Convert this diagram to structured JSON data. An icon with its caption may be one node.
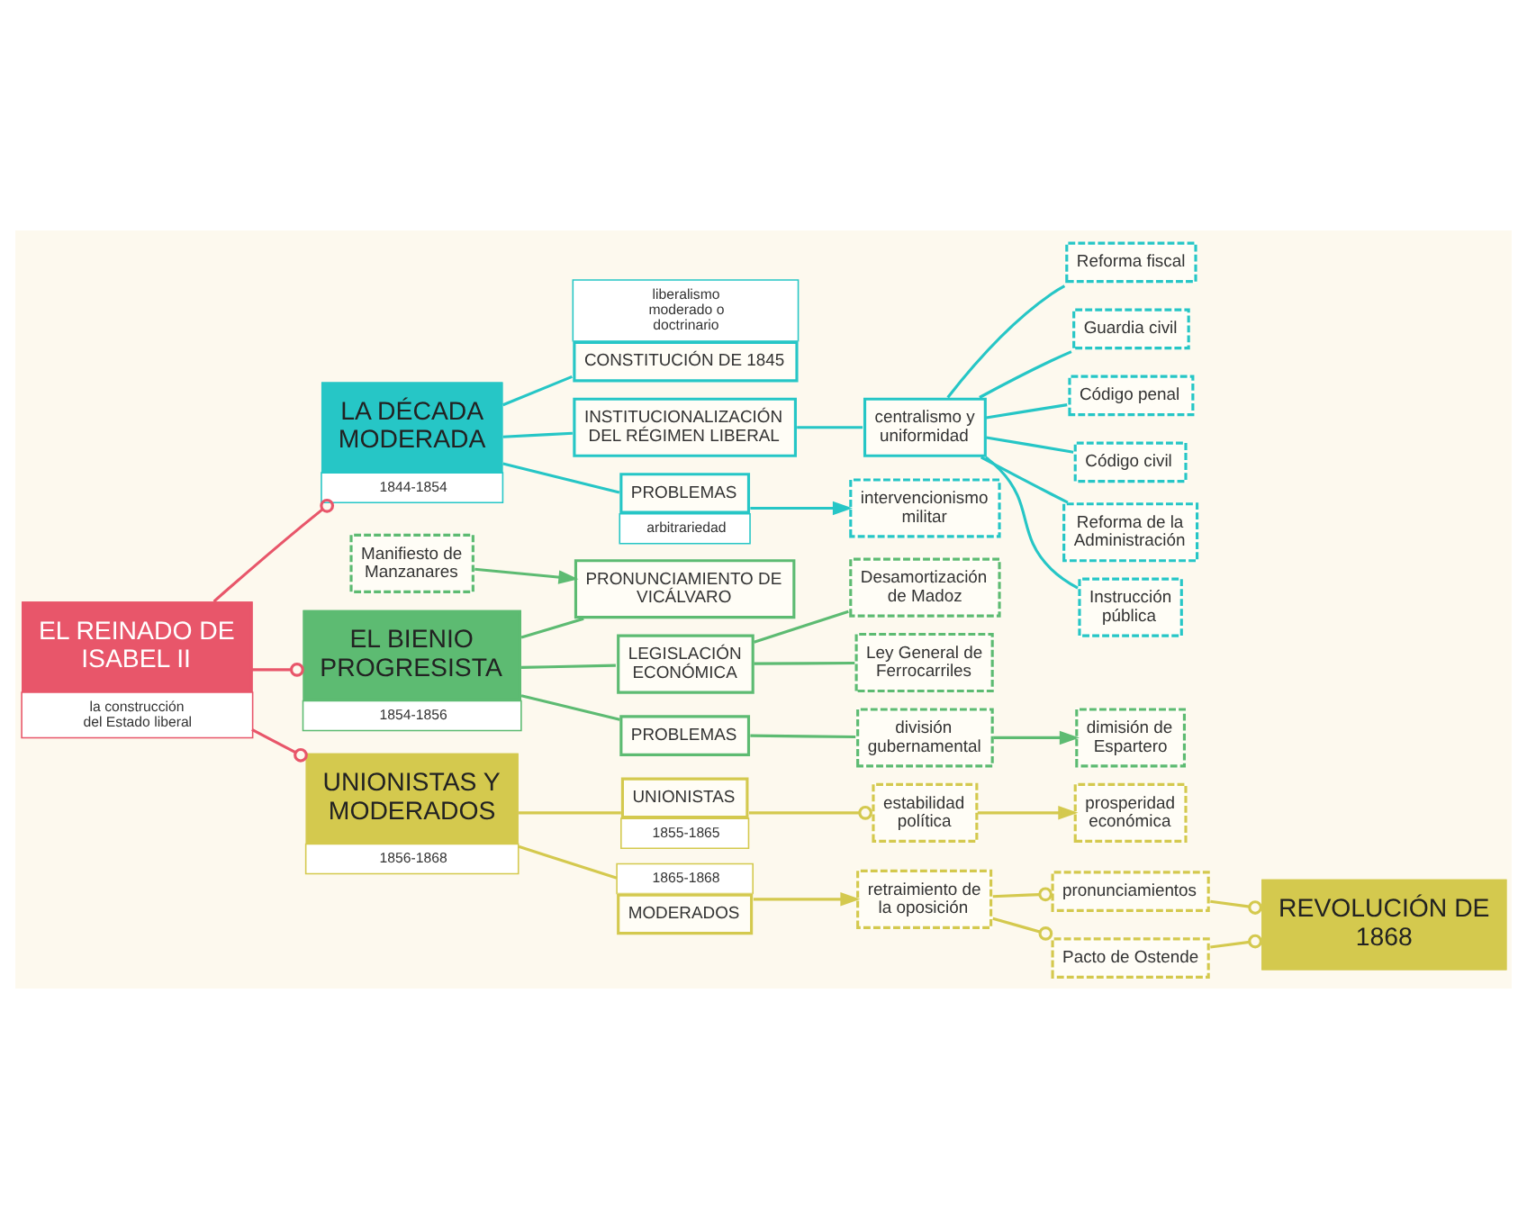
{
  "diagram": {
    "nodes": [
      {
        "text": [
          "EL REINADO DE ISABEL II",
          "la construcción del Estado liberal"
        ]
      },
      {
        "text": [
          "LA DÉCADA MODERADA",
          "1844-1854"
        ]
      },
      {
        "text": [
          "liberalismo moderado o doctrinario",
          "CONSTITUCIÓN DE 1845"
        ]
      },
      {
        "text": [
          "INSTITUCIONALIZACIÓN DEL RÉGIMEN LIBERAL"
        ]
      },
      {
        "text": [
          "PROBLEMAS",
          "arbitrariedad"
        ]
      },
      {
        "text": [
          "centralismo y uniformidad"
        ]
      },
      {
        "text": [
          "Reforma fiscal"
        ]
      },
      {
        "text": [
          "Guardia civil"
        ]
      },
      {
        "text": [
          "Código penal"
        ]
      },
      {
        "text": [
          "Código civil"
        ]
      },
      {
        "text": [
          "Reforma de la Administración"
        ]
      },
      {
        "text": [
          "Instrucción pública"
        ]
      },
      {
        "text": [
          "intervencionismo militar"
        ]
      },
      {
        "text": [
          "EL BIENIO PROGRESISTA",
          "1854-1856"
        ]
      },
      {
        "text": [
          "PRONUNCIAMIENTO DE VICÁLVARO"
        ]
      },
      {
        "text": [
          "LEGISLACIÓN ECONÓMICA"
        ]
      },
      {
        "text": [
          "PROBLEMAS"
        ]
      },
      {
        "text": [
          "Manifiesto de Manzanares"
        ]
      },
      {
        "text": [
          "Desamortización de Madoz"
        ]
      },
      {
        "text": [
          "Ley General de Ferrocarriles"
        ]
      },
      {
        "text": [
          "división gubernamental"
        ]
      },
      {
        "text": [
          "dimisión de Espartero"
        ]
      },
      {
        "text": [
          "UNIONISTAS Y MODERADOS",
          "1856-1868"
        ]
      },
      {
        "text": [
          "UNIONISTAS",
          "1855-1865"
        ]
      },
      {
        "text": [
          "1865-1868",
          "MODERADOS"
        ]
      },
      {
        "text": [
          "estabilidad política"
        ]
      },
      {
        "text": [
          "prosperidad económica"
        ]
      },
      {
        "text": [
          "retraimiento de la oposición"
        ]
      },
      {
        "text": [
          "REVOLUCIÓN DE 1868"
        ]
      },
      {
        "text": [
          "pronunciamientos"
        ]
      },
      {
        "text": [
          "Pacto de Ostende"
        ]
      }
    ],
    "edges": [
      {
        "from": 0,
        "to": 1,
        "arrow": "other",
        "color": "#e8566a"
      },
      {
        "from": 0,
        "to": 13,
        "arrow": "other",
        "color": "#e8566a"
      },
      {
        "from": 0,
        "to": 22,
        "arrow": "other",
        "color": "#e8566a"
      },
      {
        "from": 1,
        "to": 2,
        "arrow": "none"
      },
      {
        "from": 1,
        "to": 3,
        "arrow": "none"
      },
      {
        "from": 1,
        "to": 4,
        "arrow": "none"
      },
      {
        "from": 3,
        "to": 5,
        "arrow": "none"
      },
      {
        "from": 5,
        "to": 6,
        "arrow": "none"
      },
      {
        "from": 5,
        "to": 7,
        "arrow": "none"
      },
      {
        "from": 5,
        "to": 8,
        "arrow": "none"
      },
      {
        "from": 5,
        "to": 9,
        "arrow": "none"
      },
      {
        "from": 5,
        "to": 10,
        "arrow": "none"
      },
      {
        "from": 5,
        "to": 11,
        "arrow": "none"
      },
      {
        "from": 4,
        "to": 12,
        "arrow": "to"
      },
      {
        "from": 13,
        "to": 14,
        "arrow": "none",
        "color": "#5dbb72"
      },
      {
        "from": 13,
        "to": 15,
        "arrow": "none",
        "color": "#5dbb72"
      },
      {
        "from": 13,
        "to": 16,
        "arrow": "none",
        "color": "#5dbb72"
      },
      {
        "from": 17,
        "to": 14,
        "arrow": "to",
        "color": "#5dbb72"
      },
      {
        "from": 15,
        "to": 18,
        "arrow": "none",
        "color": "#5dbb72"
      },
      {
        "from": 15,
        "to": 19,
        "arrow": "none",
        "color": "#5dbb72"
      },
      {
        "from": 16,
        "to": 20,
        "arrow": "none",
        "color": "#5dbb72"
      },
      {
        "from": 20,
        "to": 21,
        "arrow": "to",
        "color": "#5dbb72"
      },
      {
        "from": 22,
        "to": 23,
        "arrow": "none",
        "color": "#d4c94e"
      },
      {
        "from": 22,
        "to": 24,
        "arrow": "none",
        "color": "#d4c94e"
      },
      {
        "from": 23,
        "to": 25,
        "arrow": "other",
        "color": "#d4c94e"
      },
      {
        "from": 25,
        "to": 26,
        "arrow": "to",
        "color": "#d4c94e"
      },
      {
        "from": 24,
        "to": 27,
        "arrow": "to",
        "color": "#d4c94e"
      },
      {
        "from": 27,
        "to": 29,
        "arrow": "other",
        "color": "#d4c94e"
      },
      {
        "from": 27,
        "to": 30,
        "arrow": "other",
        "color": "#d4c94e"
      },
      {
        "from": 29,
        "to": 28,
        "arrow": "other",
        "color": "#d4c94e"
      },
      {
        "from": 30,
        "to": 28,
        "arrow": "other",
        "color": "#d4c94e"
      }
    ]
  }
}
